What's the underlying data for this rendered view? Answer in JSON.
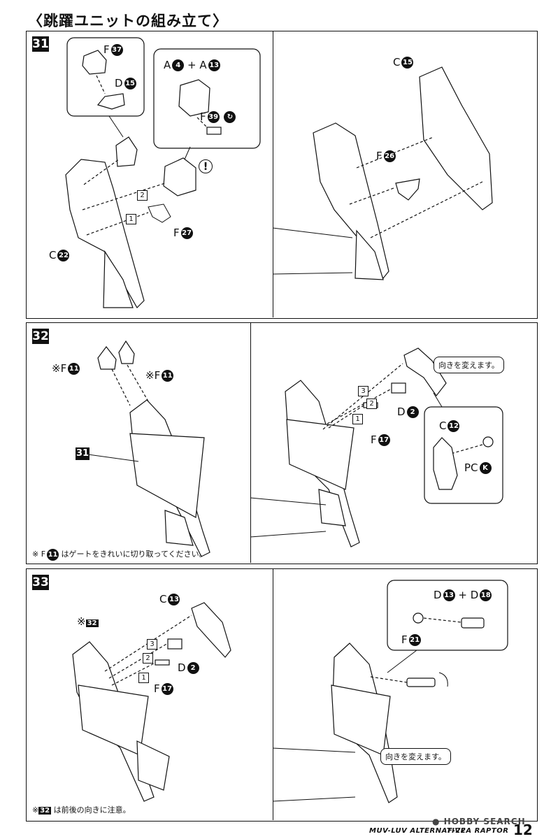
{
  "header": {
    "title": "〈跳躍ユニットの組み立て〉"
  },
  "steps": [
    {
      "number": "31"
    },
    {
      "number": "32"
    },
    {
      "number": "33"
    }
  ],
  "step31": {
    "left": {
      "f37": {
        "letter": "F",
        "num": "37"
      },
      "d15": {
        "letter": "D",
        "num": "15"
      },
      "a4": {
        "letter": "A",
        "num": "4"
      },
      "plus": "+",
      "a13": {
        "letter": "A",
        "num": "13"
      },
      "f39": {
        "letter": "F",
        "num": "39"
      },
      "f27": {
        "letter": "F",
        "num": "27"
      },
      "c22": {
        "letter": "C",
        "num": "22"
      },
      "seq": [
        "1",
        "2"
      ]
    },
    "right": {
      "c15": {
        "letter": "C",
        "num": "15"
      },
      "f26": {
        "letter": "F",
        "num": "26"
      }
    }
  },
  "step32": {
    "left": {
      "f11a": {
        "prefix": "※",
        "letter": "F",
        "num": "11"
      },
      "f11b": {
        "prefix": "※",
        "letter": "F",
        "num": "11"
      },
      "ref": "31"
    },
    "right": {
      "note": "向きを変えます。",
      "d2": {
        "letter": "D",
        "num": "2"
      },
      "f17": {
        "letter": "F",
        "num": "17"
      },
      "c12": {
        "letter": "C",
        "num": "12"
      },
      "pck": {
        "letter": "PC",
        "num": "K"
      },
      "seq": [
        "1",
        "2",
        "3"
      ]
    },
    "footnote": {
      "prefix": "※ F",
      "num": "11",
      "text": "はゲートをきれいに切り取ってください。"
    }
  },
  "step33": {
    "left": {
      "ref": {
        "prefix": "※",
        "num": "32"
      },
      "c13": {
        "letter": "C",
        "num": "13"
      },
      "d2": {
        "letter": "D",
        "num": "2"
      },
      "f17": {
        "letter": "F",
        "num": "17"
      },
      "seq": [
        "1",
        "2",
        "3"
      ]
    },
    "right": {
      "d13": {
        "letter": "D",
        "num": "13"
      },
      "plus": "+",
      "d18": {
        "letter": "D",
        "num": "18"
      },
      "f21": {
        "letter": "F",
        "num": "21"
      },
      "note": "向きを変えます。"
    },
    "footnote": {
      "prefix": "※",
      "num": "32",
      "text": "は前後の向きに注意。"
    }
  },
  "footer": {
    "series": "MUV-LUV ALTERNATIVE",
    "model": "F-22A RAPTOR",
    "page": "12",
    "watermark": "HOBBY SEARCH"
  }
}
